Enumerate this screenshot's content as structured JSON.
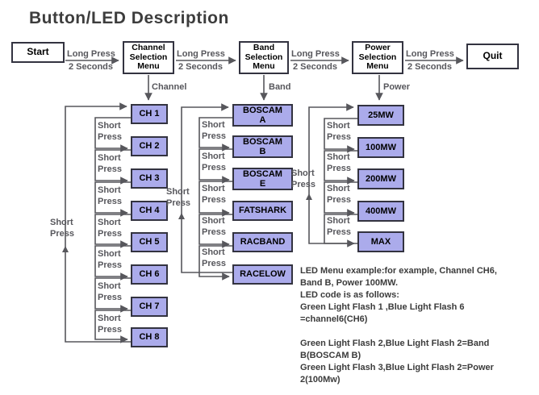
{
  "title": "Button/LED Description",
  "colors": {
    "item_fill": "#ababeb",
    "box_border": "#333340",
    "line_gray": "#57575c",
    "title_gray": "#3d3d3d",
    "background": "#ffffff"
  },
  "flow": {
    "start": "Start",
    "channel_menu": "Channel Selection Menu",
    "band_menu": "Band Selection Menu",
    "power_menu": "Power Selection Menu",
    "quit": "Quit"
  },
  "labels": {
    "long_press": "Long Press",
    "two_seconds": "2 Seconds",
    "short_press": "Short Press",
    "channel": "Channel",
    "band": "Band",
    "power": "Power"
  },
  "columns": {
    "channel": [
      "CH 1",
      "CH 2",
      "CH 3",
      "CH 4",
      "CH 5",
      "CH 6",
      "CH 7",
      "CH 8"
    ],
    "band": [
      "BOSCAM A",
      "BOSCAM B",
      "BOSCAM E",
      "FATSHARK",
      "RACBAND",
      "RACELOW"
    ],
    "power": [
      "25MW",
      "100MW",
      "200MW",
      "400MW",
      "MAX"
    ]
  },
  "notes": {
    "text": "LED Menu example:for example, Channel CH6,\nBand B, Power 100MW.\nLED code is as follows:\nGreen Light Flash 1 ,Blue Light Flash 6\n=channel6(CH6)\n\nGreen Light Flash 2,Blue Light Flash 2=Band\nB(BOSCAM B)\nGreen Light Flash 3,Blue Light Flash 2=Power\n2(100Mw)"
  }
}
